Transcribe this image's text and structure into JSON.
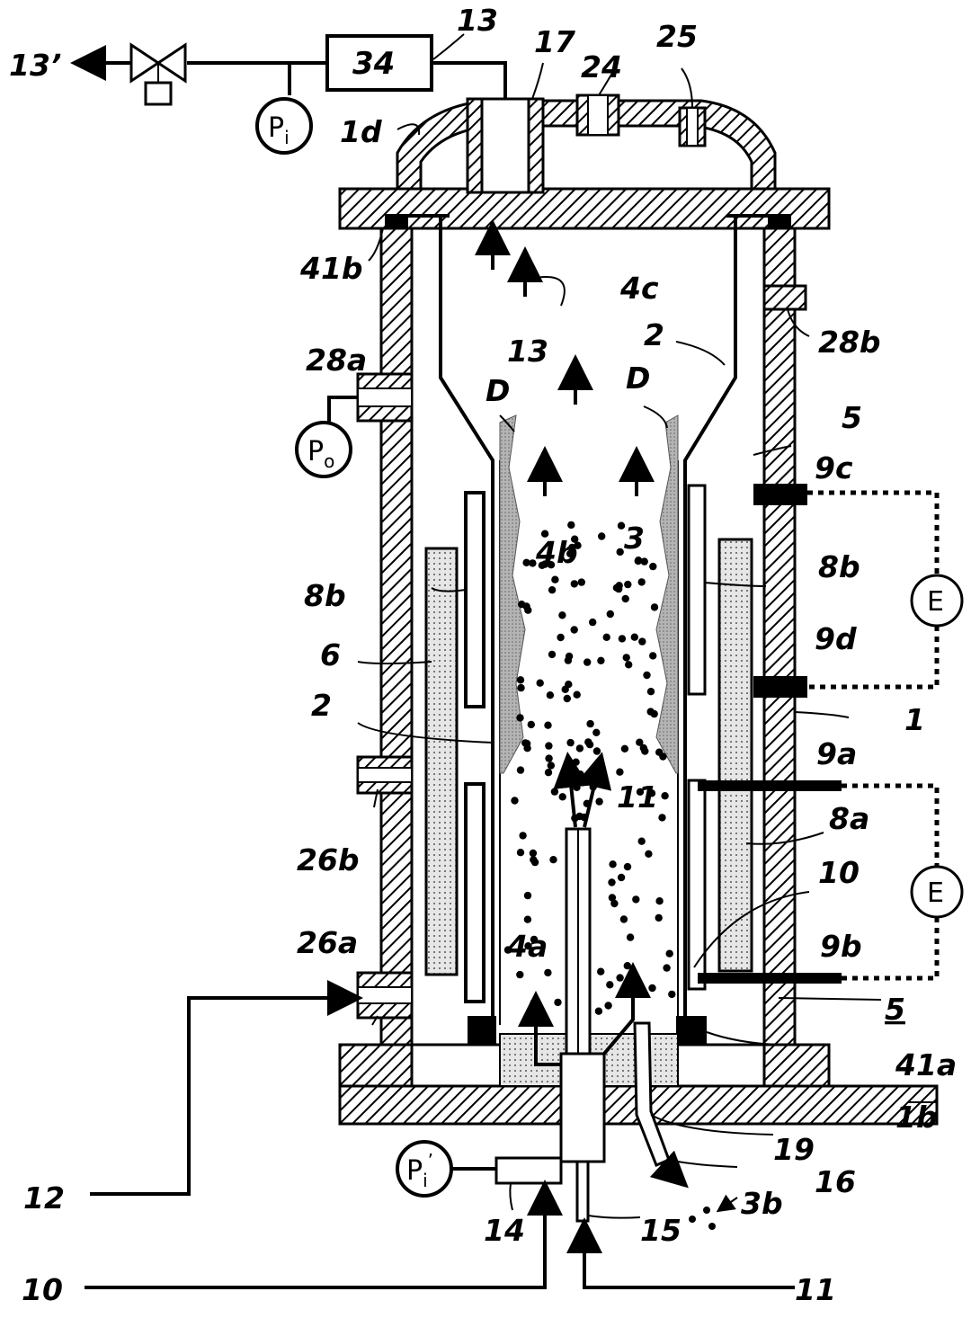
{
  "labels": {
    "top_13": "13",
    "out_13p": "13’",
    "box_34": "34",
    "pi": "P",
    "pi_sub": "i",
    "l_1d": "1d",
    "l_17": "17",
    "l_24": "24",
    "l_25": "25",
    "l_41b": "41b",
    "l_4c": "4c",
    "l_13mid": "13",
    "l_2top": "2",
    "l_28a": "28a",
    "l_28b": "28b",
    "po": "P",
    "po_sub": "o",
    "l_D_left": "D",
    "l_D_right": "D",
    "l_5top": "5",
    "l_9c": "9c",
    "l_4b": "4b",
    "l_3": "3",
    "l_8b_left": "8b",
    "l_8b_right": "8b",
    "E_top": "E",
    "l_9d": "9d",
    "l_6": "6",
    "l_2left": "2",
    "l_1": "1",
    "l_9a": "9a",
    "l_11mid": "11",
    "l_8a": "8a",
    "l_26b": "26b",
    "l_10right": "10",
    "E_bottom": "E",
    "l_26a": "26a",
    "l_9b": "9b",
    "l_4a": "4a",
    "l_5bottom": "5",
    "l_41a": "41a",
    "l_1b": "1b",
    "l_19": "19",
    "l_12": "12",
    "pi2": "P",
    "pi2_sub": "i",
    "pi2_prime": "’",
    "l_16": "16",
    "l_14": "14",
    "l_15": "15",
    "l_3b": "3b",
    "l_10bottom": "10",
    "l_11bottom": "11"
  },
  "colors": {
    "ink": "#000000",
    "deposit": "#9a9a9a",
    "heater": "#d8d8d8"
  }
}
